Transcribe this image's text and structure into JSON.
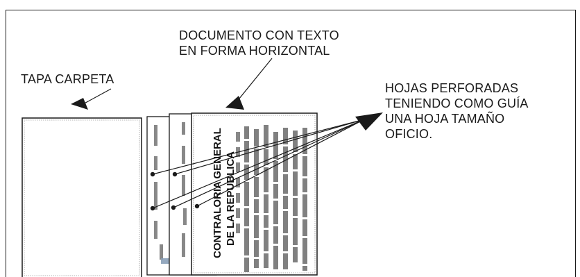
{
  "labels": {
    "documento_line1": "DOCUMENTO CON TEXTO",
    "documento_line2": "EN FORMA HORIZONTAL",
    "tapa": "TAPA CARPETA",
    "hojas_line1": "HOJAS PERFORADAS",
    "hojas_line2": "TENIENDO COMO GUÍA",
    "hojas_line3": "UNA HOJA TAMAÑO",
    "hojas_line4": "OFICIO."
  },
  "document_page": {
    "vertical_text_line1": "CONTRALORIA GENERAL",
    "vertical_text_line2": "DE LA REPUBLICA"
  },
  "colors": {
    "ink": "#1a1a1a",
    "text_columns": "#555555",
    "page_background": "#ffffff"
  }
}
